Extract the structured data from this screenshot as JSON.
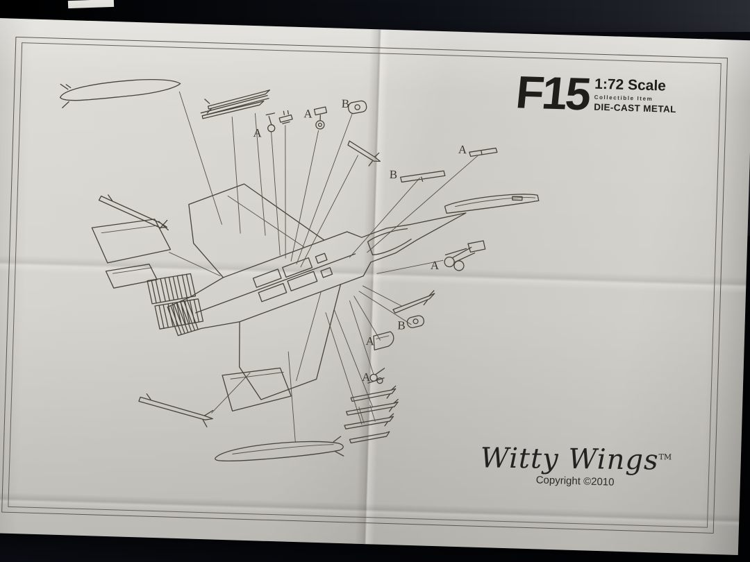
{
  "colors": {
    "paper": "#d8d6d0",
    "ink": "#3b382f",
    "background": "#0b0d13"
  },
  "header": {
    "title": "F15",
    "scale": "1:72 Scale",
    "collectible": "Collectible Item",
    "material": "DIE-CAST METAL"
  },
  "footer": {
    "brand": "Witty Wings",
    "trademark": "TM",
    "copyright": "Copyright ©2010"
  },
  "diagram": {
    "part_labels": [
      {
        "text": "A"
      },
      {
        "text": "A"
      },
      {
        "text": "B"
      },
      {
        "text": "B"
      },
      {
        "text": "A"
      },
      {
        "text": "A"
      },
      {
        "text": "B"
      },
      {
        "text": "A"
      },
      {
        "text": "A"
      }
    ]
  }
}
